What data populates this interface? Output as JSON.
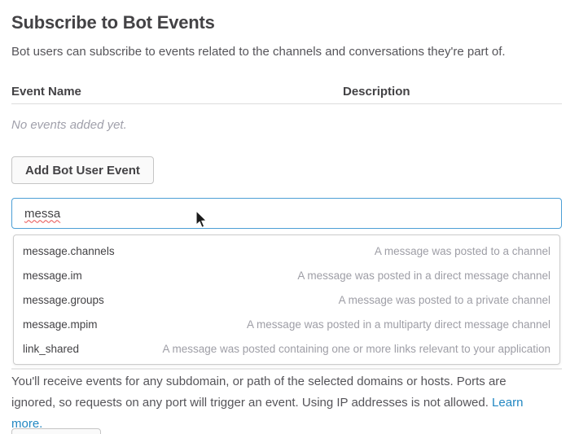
{
  "page": {
    "title": "Subscribe to Bot Events",
    "subtitle": "Bot users can subscribe to events related to the channels and conversations they're part of."
  },
  "events_table": {
    "columns": [
      "Event Name",
      "Description"
    ],
    "empty_text": "No events added yet."
  },
  "add_event_button": {
    "label": "Add Bot User Event"
  },
  "event_search": {
    "value": "messa"
  },
  "suggestions": [
    {
      "name": "message.channels",
      "description": "A message was posted to a channel"
    },
    {
      "name": "message.im",
      "description": "A message was posted in a direct message channel"
    },
    {
      "name": "message.groups",
      "description": "A message was posted to a private channel"
    },
    {
      "name": "message.mpim",
      "description": "A message was posted in a multiparty direct message channel"
    },
    {
      "name": "link_shared",
      "description": "A message was posted containing one or more links relevant to your application"
    }
  ],
  "footer_note": {
    "text": "You'll receive events for any subdomain, or path of the selected domains or hosts. Ports are ignored, so requests on any port will trigger an event. Using IP addresses is not allowed. ",
    "link_label": "Learn more."
  },
  "colors": {
    "input_focus_border": "#4c9fd6",
    "link": "#2287c2",
    "heading_text": "#434245",
    "body_text": "#555459",
    "muted_text": "#9e9ea6",
    "spellcheck_underline": "#e8504f",
    "divider": "#dddddd"
  }
}
